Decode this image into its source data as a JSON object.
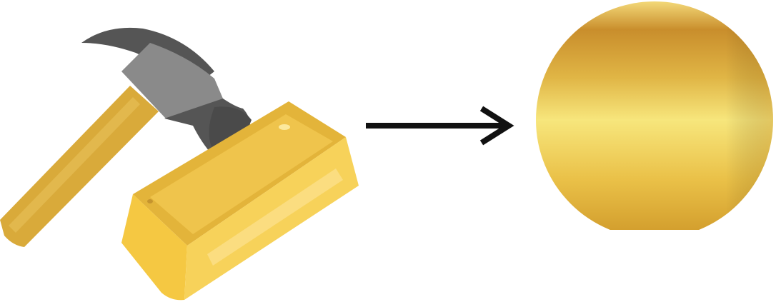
{
  "diagram": {
    "steps": [
      {
        "name": "hammer",
        "icon": "hammer-icon"
      },
      {
        "name": "gold-bar",
        "icon": "gold-bar-icon"
      },
      {
        "name": "arrow",
        "icon": "arrow-right-icon"
      },
      {
        "name": "gold-sheet",
        "icon": "gold-circle-icon"
      }
    ],
    "colors": {
      "gold_light": "#f7e07c",
      "gold_mid": "#f5c842",
      "gold_dark": "#d4a42a",
      "gold_shadow": "#c08a2a",
      "handle": "#d9aa3a",
      "hammer_head": "#555555",
      "hammer_head_light": "#8a8a8a",
      "arrow": "#111111"
    }
  }
}
